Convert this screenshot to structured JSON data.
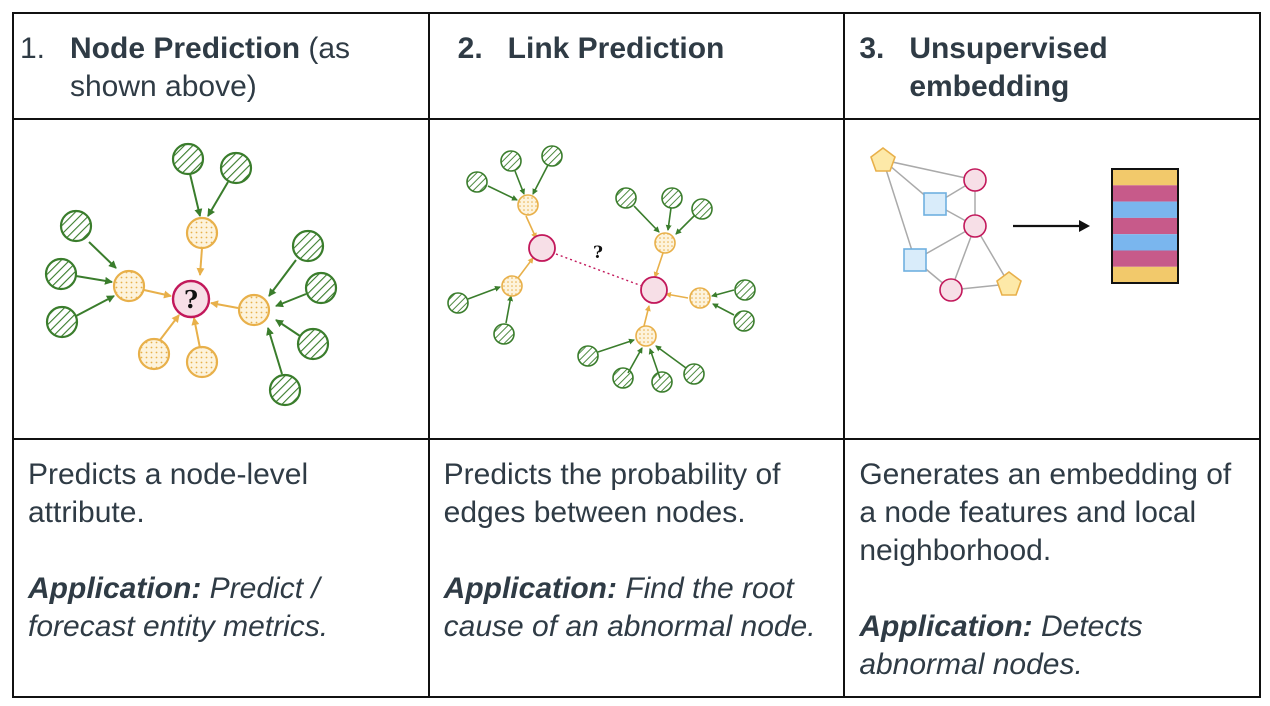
{
  "columns": [
    {
      "number": "1.",
      "title_bold": "Node Prediction",
      "title_rest": " (as shown above)",
      "description": "Predicts a node-level attribute.",
      "application_label": "Application:",
      "application_text": " Predict / forecast entity metrics.",
      "figure_label": "?"
    },
    {
      "number": "2.",
      "title_bold": "Link Prediction",
      "title_rest": "",
      "description": "Predicts the probability of edges between nodes.",
      "application_label": "Application:",
      "application_text": " Find the root cause of an abnormal node.",
      "figure_label": "?"
    },
    {
      "number": "3.",
      "title_bold": "Unsupervised embedding",
      "title_rest": "",
      "description": "Generates an embedding of a node features and local neighborhood.",
      "application_label": "Application:",
      "application_text": " Detects abnormal nodes.",
      "figure_label": ""
    }
  ],
  "colors": {
    "green": "#3a7d2c",
    "orange": "#e8b04a",
    "pink": "#c2185b",
    "pink_fill": "#f7dfe7",
    "blue": "#6fb0e0",
    "blue_fill": "#d9ecfa",
    "yellow_fill": "#fde9a8",
    "stripe_yellow": "#f2c96b",
    "stripe_pink": "#c75a8a",
    "stripe_blue": "#7ab6ee",
    "grey_edge": "#aaaaaa",
    "text": "#2f3b45"
  },
  "icons": [
    "hatched-node-icon",
    "dotted-node-icon",
    "target-node-icon",
    "arrow-right-icon",
    "embedding-vector-icon"
  ]
}
